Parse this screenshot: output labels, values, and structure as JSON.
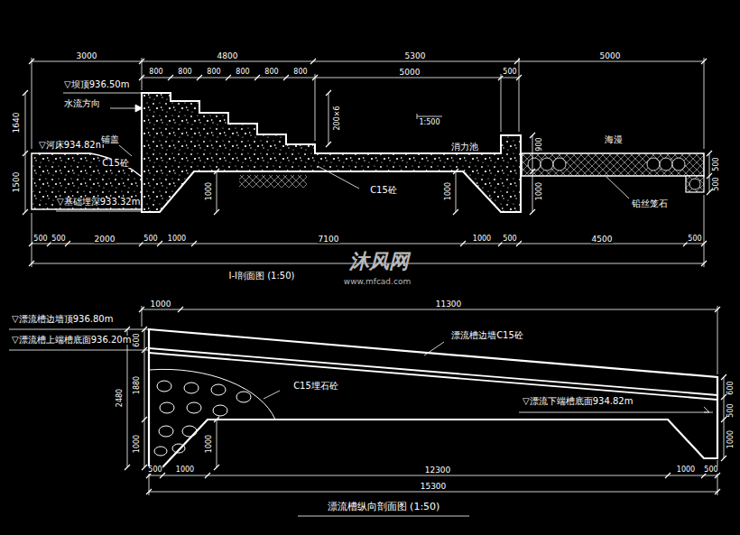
{
  "diagram": {
    "caption": "漂流槽纵向剖面图 (1:50)",
    "labels": [
      "3000",
      "4800",
      "5300",
      "5000",
      "800",
      "800",
      "800",
      "800",
      "800",
      "800",
      "5000",
      "500",
      "▽坝顶936.50m",
      "水流方向",
      "1640",
      "1500",
      "▽河床934.82m",
      "铺盖",
      "C15砼",
      "▽基础埋深933.32m",
      "200×6",
      "1:500",
      "C15砼",
      "1000",
      "1000",
      "消力池",
      "900",
      "1000",
      "海漫",
      "铅丝笼石",
      "500",
      "500",
      "500",
      "500",
      "2000",
      "500",
      "1000",
      "7100",
      "1000",
      "500",
      "4500",
      "500",
      "I-I剖面图 (1:50)",
      "沐风网",
      "www.mfcad.com",
      "1000",
      "11300",
      "▽漂流槽边墙顶936.80m",
      "▽漂流槽上端槽底面936.20m",
      "600",
      "1880",
      "2480",
      "1000",
      "漂流槽边墙C15砼",
      "C15埋石砼",
      "▽漂流下端槽底面934.82m",
      "600",
      "500",
      "1000",
      "1000",
      "500",
      "1000",
      "12300",
      "1000",
      "500",
      "15300"
    ]
  }
}
